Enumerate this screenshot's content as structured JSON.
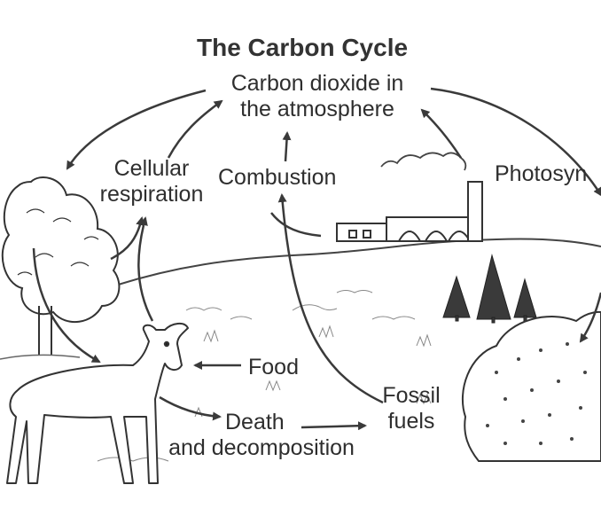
{
  "title": "The Carbon Cycle",
  "labels": {
    "atmosphere_line1": "Carbon dioxide in",
    "atmosphere_line2": "the atmosphere",
    "respiration_line1": "Cellular",
    "respiration_line2": "respiration",
    "combustion": "Combustion",
    "photosynthesis": "Photosyn",
    "food": "Food",
    "fossil_line1": "Fossil",
    "fossil_line2": "fuels",
    "death_line1": "Death",
    "death_line2": "and decomposition"
  },
  "colors": {
    "ink": "#2e2e2e",
    "background": "#ffffff"
  }
}
